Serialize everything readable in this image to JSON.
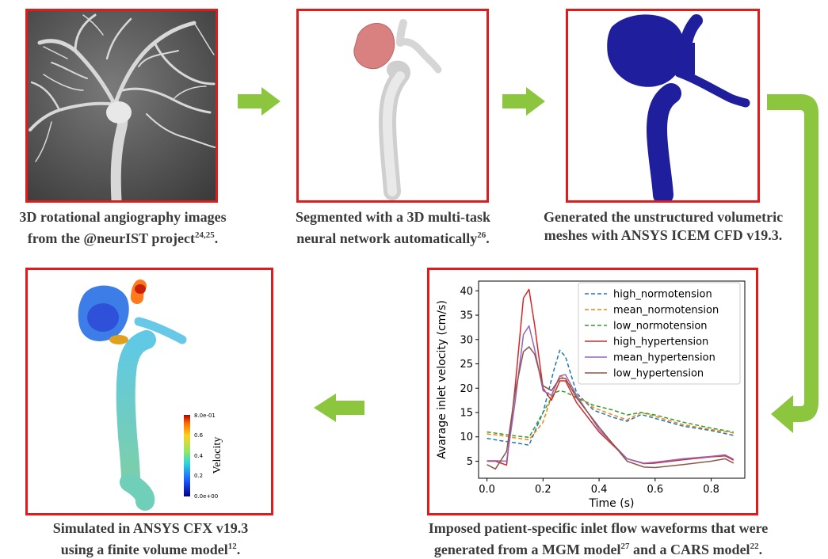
{
  "steps": [
    {
      "line1": "3D rotational angiography images",
      "line2_main": "from the @neurIST project",
      "line2_sup": "24,25",
      "line2_end": "."
    },
    {
      "line1": "Segmented with a 3D multi-task",
      "line2_main": "neural network automatically",
      "line2_sup": "26",
      "line2_end": "."
    },
    {
      "line1": "Generated the unstructured volumetric",
      "line2_main": "meshes with ANSYS ICEM CFD v19.3.",
      "line2_sup": "",
      "line2_end": ""
    },
    {
      "line1_main": "Imposed patient-specific inlet flow waveforms that were",
      "line2_a": "generated from a MGM model",
      "line2_sup1": "27",
      "line2_b": " and a CARS model",
      "line2_sup2": "22",
      "line2_end": "."
    },
    {
      "line1": "Simulated in ANSYS CFX v19.3",
      "line2_main": "using a finite volume model",
      "line2_sup": "12",
      "line2_end": "."
    }
  ],
  "colorbar": {
    "label": "Velocity",
    "ticks": [
      "8.0e-01",
      "0.6",
      "0.4",
      "0.2",
      "0.0e+00"
    ]
  },
  "colors": {
    "panel_border": "#e01b1b",
    "arrow": "#8cc63f",
    "mesh": "#1f1f9e",
    "aneurysm": "#d98080"
  },
  "chart_data": {
    "type": "line",
    "xlabel": "Time (s)",
    "ylabel": "Avarage inlet velocity (cm/s)",
    "xlim": [
      -0.03,
      0.92
    ],
    "ylim": [
      1.5,
      42
    ],
    "xticks": [
      0.0,
      0.2,
      0.4,
      0.6,
      0.8
    ],
    "xtick_labels": [
      "0.0",
      "0.2",
      "0.4",
      "0.6",
      "0.8"
    ],
    "yticks": [
      5,
      10,
      15,
      20,
      25,
      30,
      35,
      40
    ],
    "ytick_labels": [
      "5",
      "10",
      "15",
      "20",
      "25",
      "30",
      "35",
      "40"
    ],
    "legend_position": "top-right",
    "series": [
      {
        "name": "high_normotension",
        "color": "#1f77b4",
        "dash": true,
        "x": [
          0.0,
          0.05,
          0.1,
          0.15,
          0.2,
          0.24,
          0.26,
          0.28,
          0.32,
          0.38,
          0.45,
          0.5,
          0.55,
          0.6,
          0.7,
          0.8,
          0.88
        ],
        "y": [
          9.7,
          9.2,
          8.8,
          8.3,
          15.0,
          24.0,
          27.8,
          26.5,
          19.0,
          15.5,
          14.0,
          13.2,
          14.6,
          13.8,
          12.2,
          11.3,
          10.3
        ]
      },
      {
        "name": "mean_normotension",
        "color": "#ff7f0e",
        "dash": true,
        "x": [
          0.0,
          0.05,
          0.1,
          0.15,
          0.2,
          0.24,
          0.26,
          0.28,
          0.32,
          0.38,
          0.45,
          0.5,
          0.55,
          0.6,
          0.7,
          0.8,
          0.88
        ],
        "y": [
          10.6,
          10.3,
          9.8,
          9.4,
          13.0,
          20.0,
          22.5,
          22.0,
          18.5,
          16.0,
          14.5,
          13.5,
          15.0,
          14.2,
          12.5,
          11.5,
          10.8
        ]
      },
      {
        "name": "low_normotension",
        "color": "#2ca02c",
        "dash": true,
        "x": [
          0.0,
          0.05,
          0.1,
          0.15,
          0.2,
          0.24,
          0.26,
          0.28,
          0.32,
          0.38,
          0.45,
          0.5,
          0.55,
          0.6,
          0.7,
          0.8,
          0.88
        ],
        "y": [
          11.0,
          10.6,
          10.2,
          9.9,
          15.0,
          19.0,
          19.5,
          19.2,
          18.0,
          16.5,
          15.5,
          14.5,
          15.0,
          14.5,
          13.0,
          11.8,
          11.0
        ]
      },
      {
        "name": "high_hypertension",
        "color": "#d62728",
        "dash": false,
        "x": [
          0.0,
          0.03,
          0.07,
          0.1,
          0.13,
          0.15,
          0.17,
          0.2,
          0.23,
          0.26,
          0.28,
          0.32,
          0.4,
          0.5,
          0.56,
          0.6,
          0.7,
          0.8,
          0.85,
          0.88
        ],
        "y": [
          5.0,
          5.0,
          4.2,
          20.0,
          38.5,
          40.3,
          33.0,
          20.0,
          17.5,
          21.5,
          21.5,
          17.0,
          11.0,
          5.5,
          4.5,
          4.6,
          5.3,
          5.9,
          6.1,
          5.2
        ]
      },
      {
        "name": "mean_hypertension",
        "color": "#9467bd",
        "dash": false,
        "x": [
          0.0,
          0.03,
          0.07,
          0.1,
          0.13,
          0.15,
          0.17,
          0.2,
          0.23,
          0.26,
          0.28,
          0.32,
          0.4,
          0.5,
          0.56,
          0.6,
          0.7,
          0.8,
          0.85,
          0.88
        ],
        "y": [
          5.1,
          5.1,
          5.0,
          17.0,
          31.0,
          32.8,
          28.0,
          19.5,
          18.5,
          22.5,
          22.8,
          18.5,
          11.5,
          5.5,
          4.6,
          4.8,
          5.5,
          6.0,
          6.3,
          5.4
        ]
      },
      {
        "name": "low_hypertension",
        "color": "#8c564b",
        "dash": false,
        "x": [
          0.0,
          0.03,
          0.07,
          0.1,
          0.13,
          0.15,
          0.17,
          0.2,
          0.23,
          0.26,
          0.28,
          0.32,
          0.4,
          0.5,
          0.56,
          0.6,
          0.7,
          0.8,
          0.85,
          0.88
        ],
        "y": [
          4.3,
          3.4,
          7.0,
          19.0,
          27.5,
          28.5,
          27.0,
          20.5,
          19.5,
          22.0,
          22.0,
          18.0,
          12.0,
          5.0,
          3.8,
          3.7,
          4.3,
          5.0,
          5.5,
          4.6
        ]
      }
    ]
  }
}
